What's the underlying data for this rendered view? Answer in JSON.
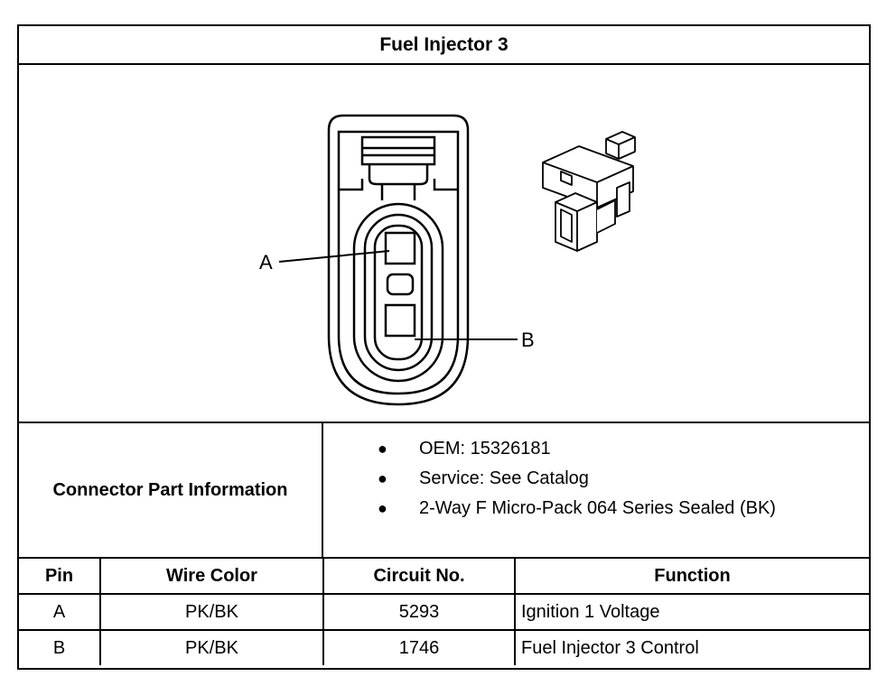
{
  "title": "Fuel Injector 3",
  "diagram": {
    "pin_labels": [
      "A",
      "B"
    ]
  },
  "connector_info": {
    "label": "Connector Part Information",
    "items": [
      "OEM: 15326181",
      "Service: See Catalog",
      "2-Way F Micro-Pack 064 Series Sealed (BK)"
    ]
  },
  "pin_table": {
    "headers": [
      "Pin",
      "Wire Color",
      "Circuit No.",
      "Function"
    ],
    "rows": [
      [
        "A",
        "PK/BK",
        "5293",
        "Ignition 1 Voltage"
      ],
      [
        "B",
        "PK/BK",
        "1746",
        "Fuel Injector 3 Control"
      ]
    ]
  }
}
